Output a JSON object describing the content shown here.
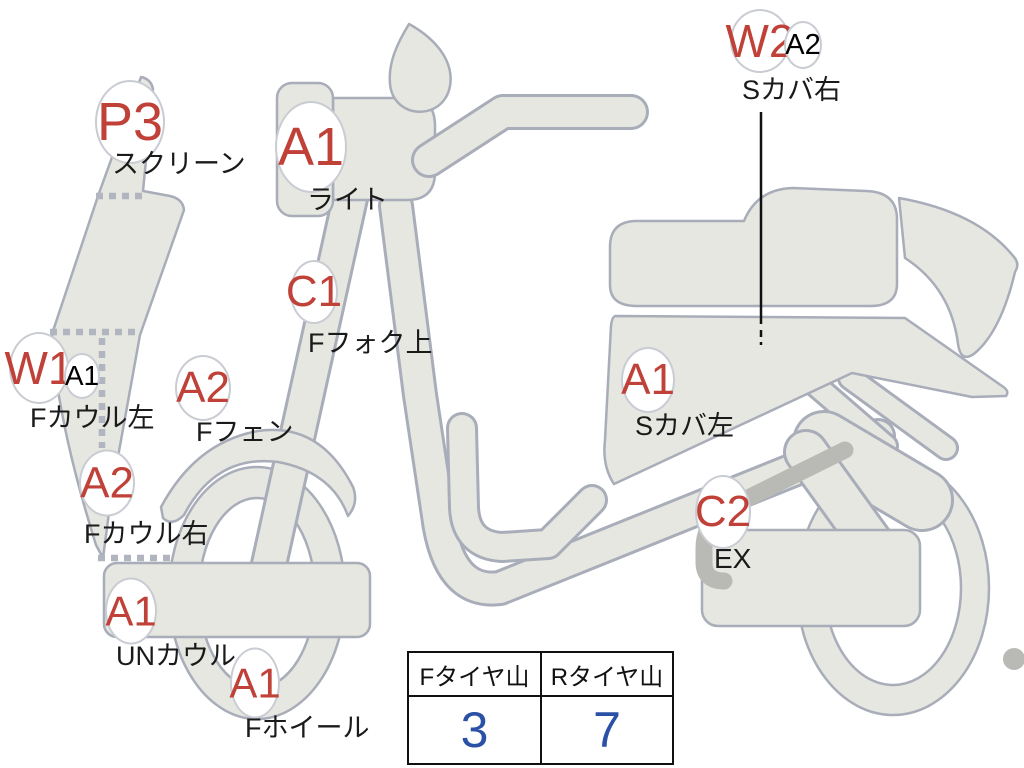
{
  "diagram": {
    "title": "scooter-damage-diagram",
    "markers": [
      {
        "id": "screen",
        "code": "P3",
        "label": "スクリーン"
      },
      {
        "id": "light",
        "code": "A1",
        "label": "ライト"
      },
      {
        "id": "scover-right",
        "code": "W2",
        "sub_code": "A2",
        "label": "Sカバ右"
      },
      {
        "id": "ffork-top",
        "code": "C1",
        "label": "Fフォク上"
      },
      {
        "id": "fcowl-left",
        "code": "W1",
        "sub_code": "A1",
        "label": "Fカウル左"
      },
      {
        "id": "ffender",
        "code": "A2",
        "label": "Fフェン"
      },
      {
        "id": "fcowl-right",
        "code": "A2",
        "label": "Fカウル右"
      },
      {
        "id": "uncowl",
        "code": "A1",
        "label": "UNカウル"
      },
      {
        "id": "fwheel",
        "code": "A1",
        "label": "Fホイール"
      },
      {
        "id": "scover-left",
        "code": "A1",
        "label": "Sカバ左"
      },
      {
        "id": "exhaust",
        "code": "C2",
        "label": "EX"
      }
    ],
    "colors": {
      "marker_code": "#c04138",
      "tire_value": "#2a51a5",
      "body_fill": "#e6e7e0",
      "outline": "#a8adb9",
      "label_text": "#1a1a1a"
    }
  },
  "tire_table": {
    "columns": [
      {
        "header": "Fタイヤ山",
        "value": "3"
      },
      {
        "header": "Rタイヤ山",
        "value": "7"
      }
    ]
  }
}
